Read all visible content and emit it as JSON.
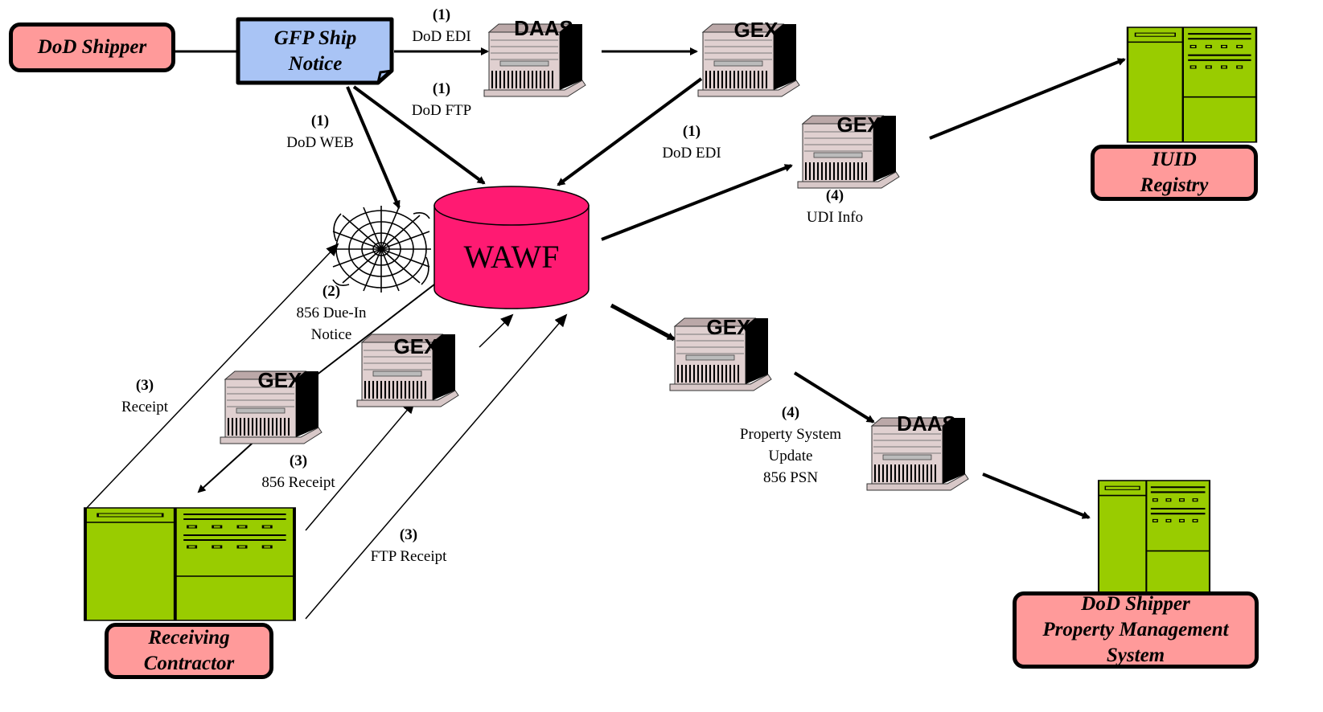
{
  "nodes": {
    "dod_shipper": "DoD Shipper",
    "ship_notice": [
      "GFP Ship",
      "Notice"
    ],
    "wawf": "WAWF",
    "iuid": [
      "IUID",
      "Registry"
    ],
    "receiving": [
      "Receiving",
      "Contractor"
    ],
    "property_mgmt": [
      "DoD Shipper",
      "Property Management",
      "System"
    ]
  },
  "servers": {
    "daas_top": "DAAS",
    "gex_top": "GEX",
    "gex_iuid": "GEX",
    "gex_left": "GEX",
    "gex_mid": "GEX",
    "gex_right": "GEX",
    "daas_bottom": "DAAS"
  },
  "labels": {
    "edi_top": {
      "step": "(1)",
      "lines": [
        "DoD EDI"
      ]
    },
    "ftp_top": {
      "step": "(1)",
      "lines": [
        "DoD FTP"
      ]
    },
    "web": {
      "step": "(1)",
      "lines": [
        "DoD WEB"
      ]
    },
    "edi_right": {
      "step": "(1)",
      "lines": [
        "DoD EDI"
      ]
    },
    "udi": {
      "step": "(4)",
      "lines": [
        "UDI Info"
      ]
    },
    "due_in": {
      "step": "(2)",
      "lines": [
        "856 Due-In",
        "Notice"
      ]
    },
    "receipt": {
      "step": "(3)",
      "lines": [
        "Receipt"
      ]
    },
    "receipt_856": {
      "step": "(3)",
      "lines": [
        "856 Receipt"
      ]
    },
    "ftp_receipt": {
      "step": "(3)",
      "lines": [
        "FTP Receipt"
      ]
    },
    "property_update": {
      "step": "(4)",
      "lines": [
        "Property System",
        "Update",
        "856 PSN"
      ]
    }
  },
  "colors": {
    "pink_box": "#ff9a9a",
    "notice_blue": "#a9c4f5",
    "database_magenta": "#ff1a72",
    "computer_green": "#99cc00",
    "server_gray": "#e0d0d0"
  },
  "icons": [
    "globe-web-icon",
    "server-icon",
    "database-icon",
    "computer-terminal-icon"
  ]
}
